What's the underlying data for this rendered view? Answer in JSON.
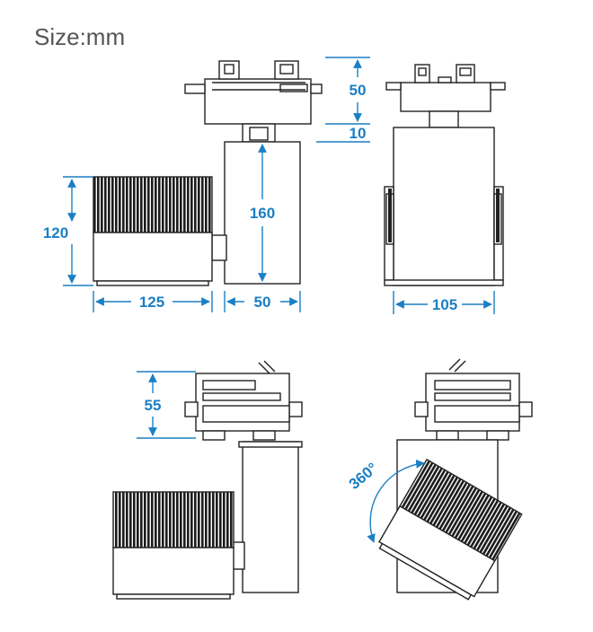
{
  "title": "Size:mm",
  "colors": {
    "dimension": "#1a7fc4",
    "outline": "#222222",
    "title": "#555555"
  },
  "dimensions": {
    "head_height": "120",
    "head_width": "125",
    "arm_width": "50",
    "arm_height": "160",
    "adapter_height": "50",
    "adapter_gap": "10",
    "front_width": "105",
    "top_adapter_height": "55",
    "rotation": "360°"
  }
}
